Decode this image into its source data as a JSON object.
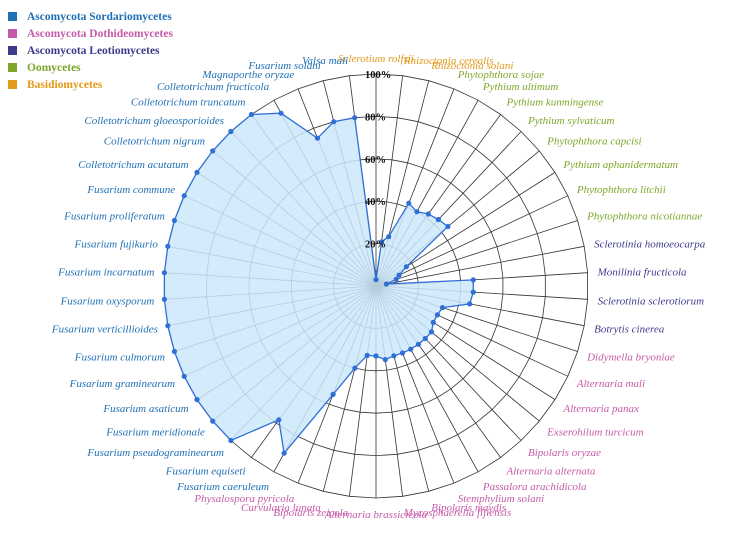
{
  "legend": [
    {
      "label": "Ascomycota Sordariomycetes",
      "group": "sordariomycetes"
    },
    {
      "label": "Ascomycota Dothideomycetes",
      "group": "dothideomycetes"
    },
    {
      "label": "Ascomycota Leotiomycetes",
      "group": "leotiomycetes"
    },
    {
      "label": "Oomycetes",
      "group": "oomycetes"
    },
    {
      "label": "Basidiomycetes",
      "group": "basidiomycetes"
    }
  ],
  "colors": {
    "sordariomycetes": "#1f6fb5",
    "dothideomycetes": "#c65aa8",
    "leotiomycetes": "#3d3a8c",
    "oomycetes": "#7ea62a",
    "basidiomycetes": "#e29a1a",
    "series_line": "#2f6fd6",
    "series_fill": "#cde8fb",
    "grid": "#333333"
  },
  "chart_data": {
    "type": "radar",
    "title": "",
    "axis_range": [
      0,
      100
    ],
    "tick_labels": [
      "20%",
      "40%",
      "60%",
      "80%",
      "100%"
    ],
    "ticks": [
      20,
      40,
      60,
      80,
      100
    ],
    "grid": true,
    "categories": [
      {
        "name": "Sclerotium rolfsii",
        "group": "basidiomycetes",
        "value": 3
      },
      {
        "name": "Rhizoctonia cerealis",
        "group": "basidiomycetes",
        "value": 21
      },
      {
        "name": "Rhizoctonia solani",
        "group": "basidiomycetes",
        "value": 24
      },
      {
        "name": "Phytophthora sojae",
        "group": "oomycetes",
        "value": 42
      },
      {
        "name": "Pythium ultimum",
        "group": "oomycetes",
        "value": 40
      },
      {
        "name": "Pythium kunmingense",
        "group": "oomycetes",
        "value": 42
      },
      {
        "name": "Pythium sylvaticum",
        "group": "oomycetes",
        "value": 43
      },
      {
        "name": "Phytophthora capcisi",
        "group": "oomycetes",
        "value": 44
      },
      {
        "name": "Pythium aphanidermatum",
        "group": "oomycetes",
        "value": 17
      },
      {
        "name": "Phytophthora litchii",
        "group": "oomycetes",
        "value": 12
      },
      {
        "name": "Phytophthora nicotiannae",
        "group": "oomycetes",
        "value": 10
      },
      {
        "name": "Sclerotinia homoeocarpa",
        "group": "leotiomycetes",
        "value": 5
      },
      {
        "name": "Monilinia fructicola",
        "group": "leotiomycetes",
        "value": 46
      },
      {
        "name": "Sclerotinia sclerotiorum",
        "group": "leotiomycetes",
        "value": 46
      },
      {
        "name": "Botrytis cinerea",
        "group": "leotiomycetes",
        "value": 45
      },
      {
        "name": "Didymella bryoniae",
        "group": "dothideomycetes",
        "value": 33
      },
      {
        "name": "Alternaria mali",
        "group": "dothideomycetes",
        "value": 32
      },
      {
        "name": "Alternaria panax",
        "group": "dothideomycetes",
        "value": 32
      },
      {
        "name": "Exserohilum turcicum",
        "group": "dothideomycetes",
        "value": 34
      },
      {
        "name": "Bipolaris oryzae",
        "group": "dothideomycetes",
        "value": 34
      },
      {
        "name": "Alternaria alternata",
        "group": "dothideomycetes",
        "value": 34
      },
      {
        "name": "Passalora arachidicola",
        "group": "dothideomycetes",
        "value": 34
      },
      {
        "name": "Stemphylium solani",
        "group": "dothideomycetes",
        "value": 34
      },
      {
        "name": "Bipolaris maydis",
        "group": "dothideomycetes",
        "value": 34
      },
      {
        "name": "Mycosphaerella fijiensis",
        "group": "dothideomycetes",
        "value": 35
      },
      {
        "name": "Alternaria brassicicola",
        "group": "dothideomycetes",
        "value": 33
      },
      {
        "name": "Bipolaris zeicola",
        "group": "dothideomycetes",
        "value": 33
      },
      {
        "name": "Curvularia lunata",
        "group": "dothideomycetes",
        "value": 40
      },
      {
        "name": "Physalospora pyricola",
        "group": "dothideomycetes",
        "value": 55
      },
      {
        "name": "Fusarium caeruleum",
        "group": "sordariomycetes",
        "value": 90
      },
      {
        "name": "Fusarium equiseti",
        "group": "sordariomycetes",
        "value": 78
      },
      {
        "name": "Fusarium pseudograminearum",
        "group": "sordariomycetes",
        "value": 100
      },
      {
        "name": "Fusarium meridionale",
        "group": "sordariomycetes",
        "value": 100
      },
      {
        "name": "Fusarium asaticum",
        "group": "sordariomycetes",
        "value": 100
      },
      {
        "name": "Fusarium graminearum",
        "group": "sordariomycetes",
        "value": 100
      },
      {
        "name": "Fusarium culmorum",
        "group": "sordariomycetes",
        "value": 100
      },
      {
        "name": "Fusarium verticillioides",
        "group": "sordariomycetes",
        "value": 100
      },
      {
        "name": "Fusarium oxysporum",
        "group": "sordariomycetes",
        "value": 100
      },
      {
        "name": "Fusarium incarnatum",
        "group": "sordariomycetes",
        "value": 100
      },
      {
        "name": "Fusarium fujikurio",
        "group": "sordariomycetes",
        "value": 100
      },
      {
        "name": "Fusarium proliferatum",
        "group": "sordariomycetes",
        "value": 100
      },
      {
        "name": "Fusarium commune",
        "group": "sordariomycetes",
        "value": 100
      },
      {
        "name": "Colletotrichum acutatum",
        "group": "sordariomycetes",
        "value": 100
      },
      {
        "name": "Colletotrichum nigrum",
        "group": "sordariomycetes",
        "value": 100
      },
      {
        "name": "Colletotrichum gloeosporioides",
        "group": "sordariomycetes",
        "value": 100
      },
      {
        "name": "Colletotrichum truncatum",
        "group": "sordariomycetes",
        "value": 100
      },
      {
        "name": "Colletotrichum fructicola",
        "group": "sordariomycetes",
        "value": 93
      },
      {
        "name": "Magnaporthe oryzae",
        "group": "sordariomycetes",
        "value": 75
      },
      {
        "name": "Fusarium solani",
        "group": "sordariomycetes",
        "value": 80
      },
      {
        "name": "Valsa mali",
        "group": "sordariomycetes",
        "value": 80
      }
    ]
  }
}
